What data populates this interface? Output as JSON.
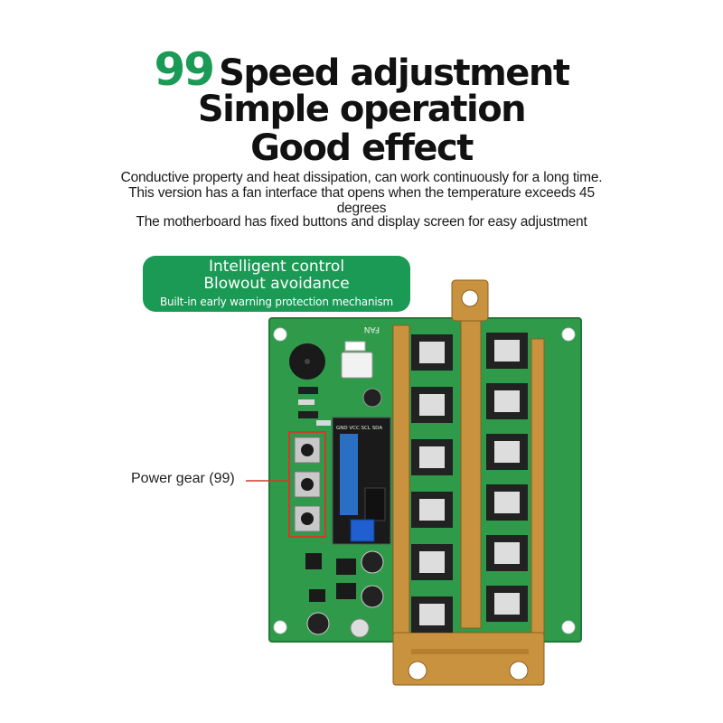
{
  "headline": {
    "number": "99",
    "line1": "Speed adjustment",
    "line2": "Simple operation",
    "line3": "Good effect"
  },
  "description": {
    "paragraph1": "Conductive property and heat dissipation, can work continuously for a long time. This version has a fan interface that opens when the temperature exceeds 45 degrees",
    "paragraph2": "The motherboard has fixed buttons and display screen for easy adjustment"
  },
  "badge": {
    "line1": "Intelligent control",
    "line2": "Blowout avoidance",
    "line3": "Built-in early warning protection mechanism"
  },
  "callout": {
    "label": "Power gear (99)"
  },
  "board": {
    "silkscreen_fan": "FAN",
    "oled_pins": "GND VCC SCL SDA"
  },
  "colors": {
    "accent_green": "#1a9a55",
    "pcb_green": "#2f9a4a",
    "copper": "#c9923e",
    "callout_red": "#d23a2a"
  }
}
